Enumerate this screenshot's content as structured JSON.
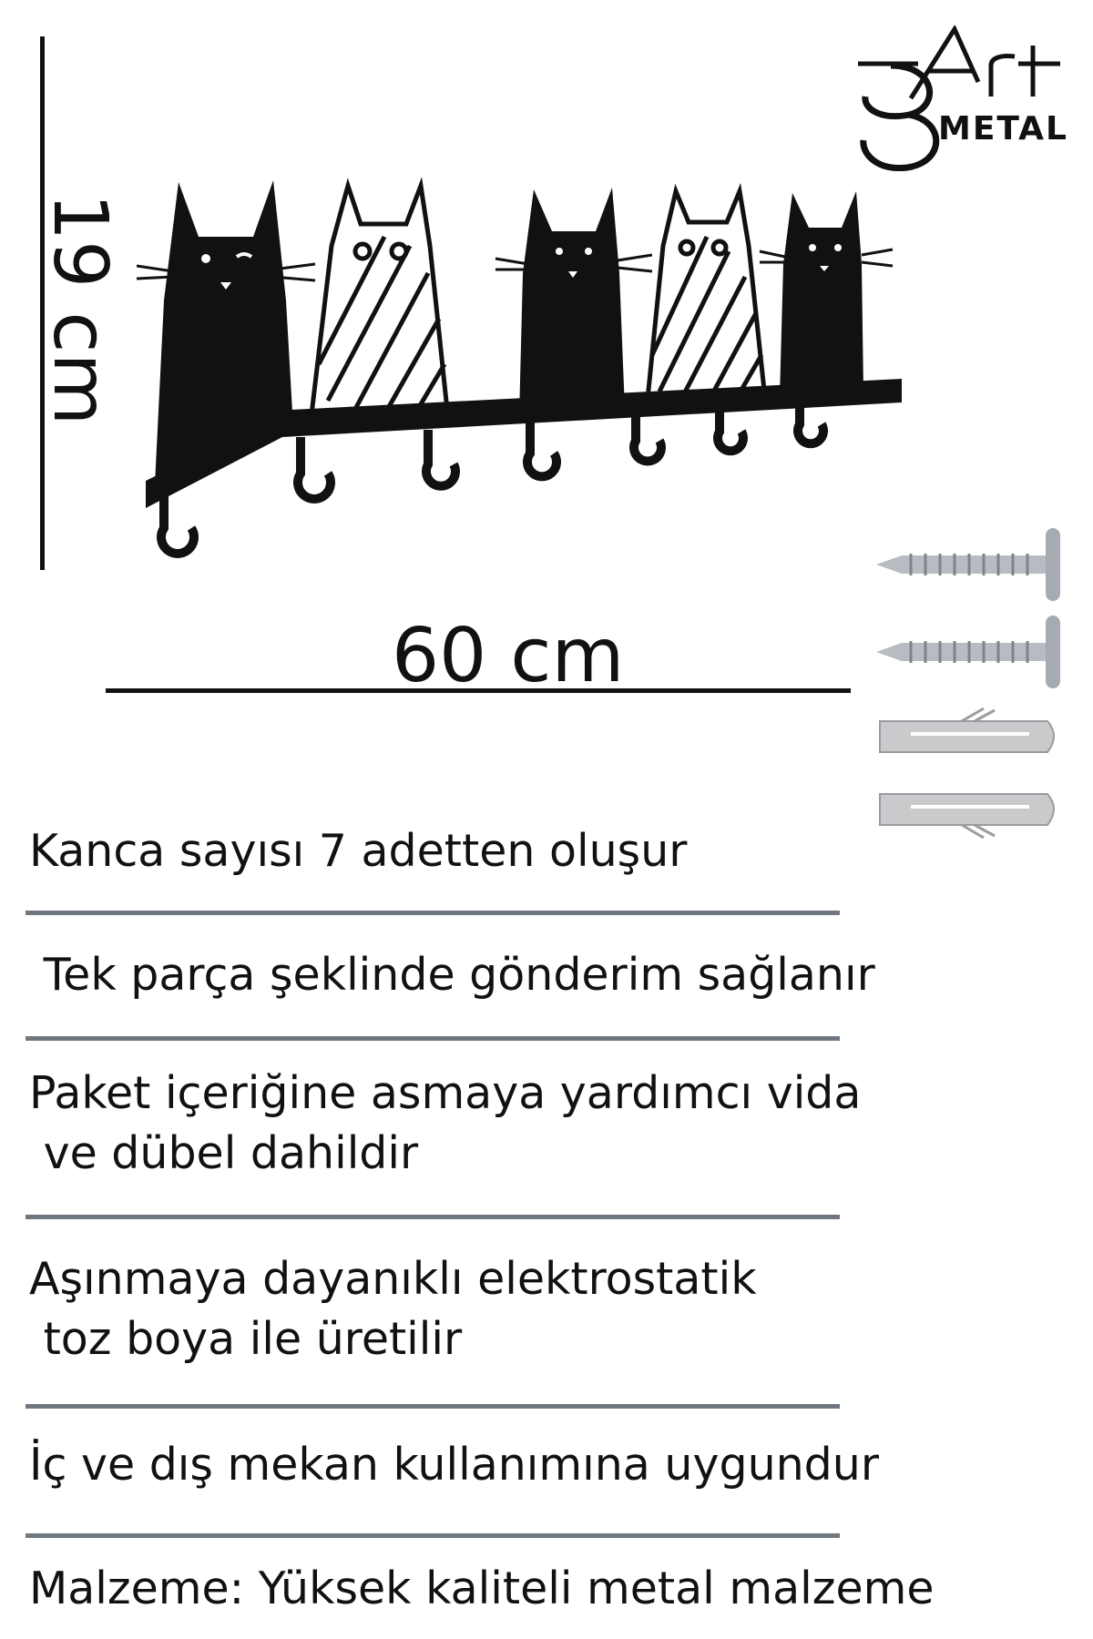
{
  "dimensions": {
    "height_label": "19 cm",
    "width_label": "60 cm"
  },
  "brand": {
    "logo_art": "Art",
    "logo_metal": "METAL",
    "logo_digit": "3"
  },
  "features": [
    "Kanca sayısı 7 adetten oluşur",
    " Tek parça şeklinde gönderim sağlanır",
    "Paket içeriğine asmaya yardımcı vida\n ve dübel dahildir",
    "Aşınmaya dayanıklı elektrostatik\n toz boya ile üretilir",
    "İç ve dış mekan kullanımına uygundur",
    "Malzeme: Yüksek kaliteli metal malzeme"
  ],
  "product": {
    "cats": [
      {
        "style": "solid"
      },
      {
        "style": "striped"
      },
      {
        "style": "solid"
      },
      {
        "style": "striped"
      },
      {
        "style": "solid"
      }
    ],
    "hook_count": 7,
    "color": "#111111"
  },
  "hardware": {
    "screws": 2,
    "anchors": 2,
    "screw_color": "#b8bcc2",
    "anchor_color": "#c9cacc"
  }
}
